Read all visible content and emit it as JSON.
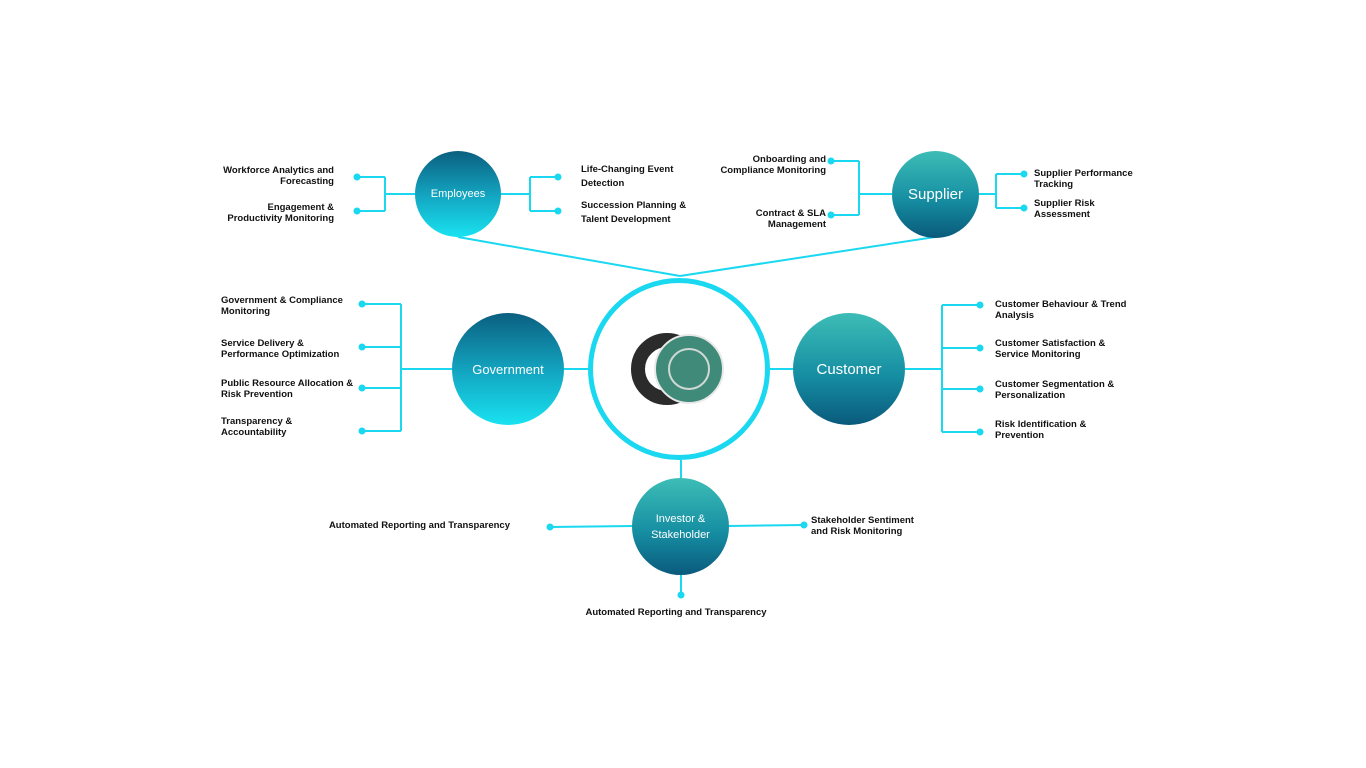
{
  "colors": {
    "connector": "#19d8f0",
    "dot": "#19d8f0",
    "text": "#111111",
    "node_text": "#ffffff",
    "logo_dark": "#2b2b2b",
    "logo_teal": "#3f8a78"
  },
  "hub": {
    "logo": "interlocking-rings-logo"
  },
  "nodes": {
    "employees": {
      "label": "Employees"
    },
    "supplier": {
      "label": "Supplier"
    },
    "government": {
      "label": "Government"
    },
    "customer": {
      "label": "Customer"
    },
    "investor": {
      "label": "Investor &\nStakeholder"
    }
  },
  "items": {
    "employees_left": [
      "Workforce Analytics and\nForecasting",
      "Engagement &\nProductivity Monitoring"
    ],
    "employees_right": [
      "Life-Changing Event\nDetection",
      "Succession Planning &\nTalent Development"
    ],
    "supplier_left": [
      "Onboarding and\nCompliance Monitoring",
      "Contract & SLA\nManagement"
    ],
    "supplier_right": [
      "Supplier Performance\nTracking",
      "Supplier Risk\nAssessment"
    ],
    "government": [
      "Government & Compliance\nMonitoring",
      "Service Delivery &\nPerformance Optimization",
      "Public Resource Allocation &\nRisk Prevention",
      "Transparency &\nAccountability"
    ],
    "customer": [
      "Customer Behaviour & Trend\nAnalysis",
      "Customer Satisfaction &\nService Monitoring",
      "Customer Segmentation &\nPersonalization",
      "Risk Identification &\nPrevention"
    ],
    "investor_left": "Automated Reporting and Transparency",
    "investor_right": "Stakeholder Sentiment\nand Risk Monitoring",
    "investor_bottom": "Automated Reporting and Transparency"
  }
}
